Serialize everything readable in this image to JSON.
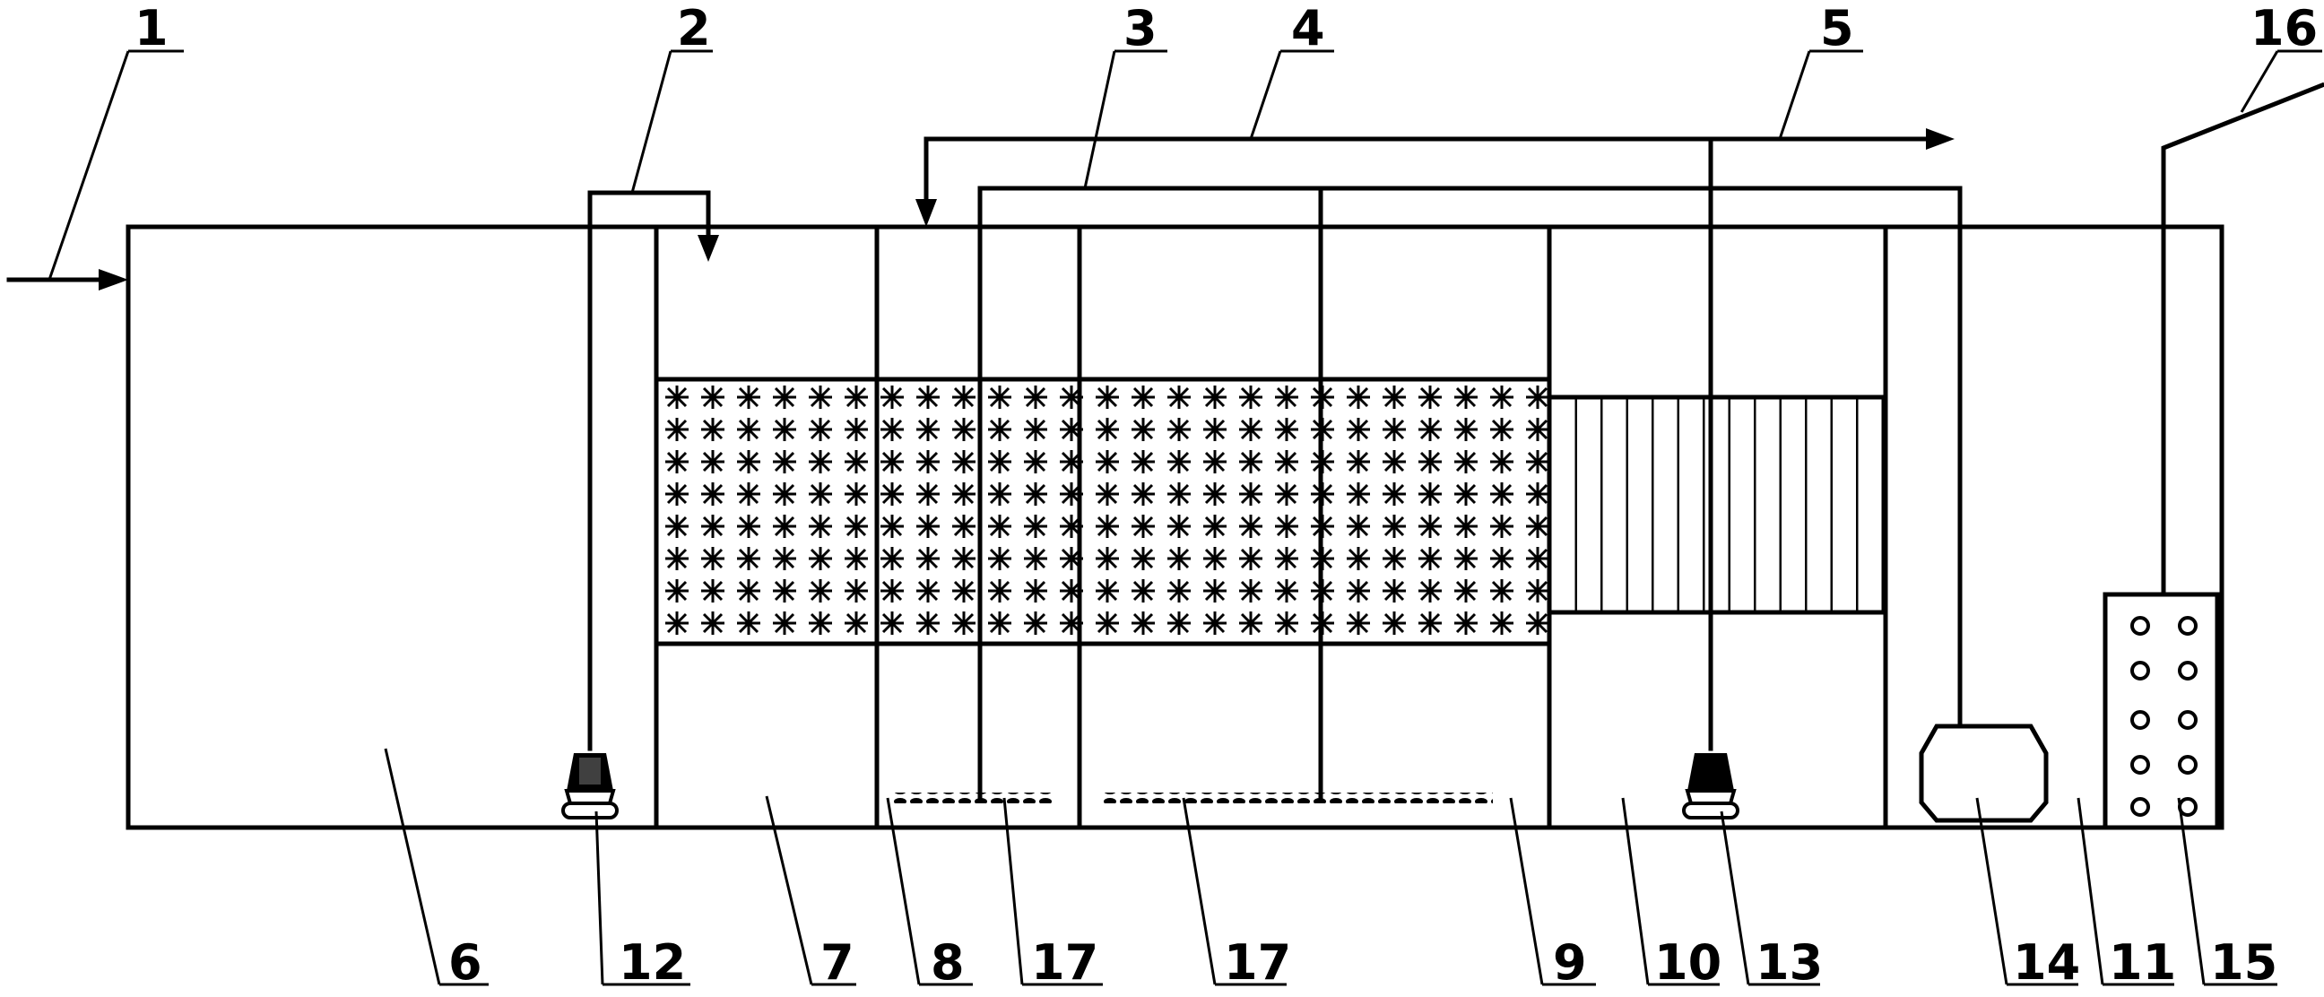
{
  "labels": {
    "l1": "1",
    "l2": "2",
    "l3": "3",
    "l4": "4",
    "l5": "5",
    "l6": "6",
    "l7": "7",
    "l8": "8",
    "l9": "9",
    "l10": "10",
    "l11": "11",
    "l12": "12",
    "l13": "13",
    "l14": "14",
    "l15": "15",
    "l16": "16",
    "l17a": "17",
    "l17b": "17"
  },
  "colors": {
    "line": "#000000",
    "background": "#ffffff"
  }
}
